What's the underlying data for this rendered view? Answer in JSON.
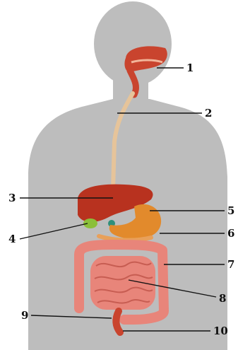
{
  "colors": {
    "silhouette": "#bdbdbd",
    "organ_red": "#c9442e",
    "liver": "#b8321f",
    "stomach": "#e28a2c",
    "gallbladder": "#8bbf3a",
    "esophagus": "#e6c49a",
    "intestine": "#e8857a",
    "leader": "#111111"
  },
  "labels": [
    {
      "id": "label-1",
      "text": "1"
    },
    {
      "id": "label-2",
      "text": "2"
    },
    {
      "id": "label-3",
      "text": "3"
    },
    {
      "id": "label-4",
      "text": "4"
    },
    {
      "id": "label-5",
      "text": "5"
    },
    {
      "id": "label-6",
      "text": "6"
    },
    {
      "id": "label-7",
      "text": "7"
    },
    {
      "id": "label-8",
      "text": "8"
    },
    {
      "id": "label-9",
      "text": "9"
    },
    {
      "id": "label-10",
      "text": "10"
    }
  ]
}
